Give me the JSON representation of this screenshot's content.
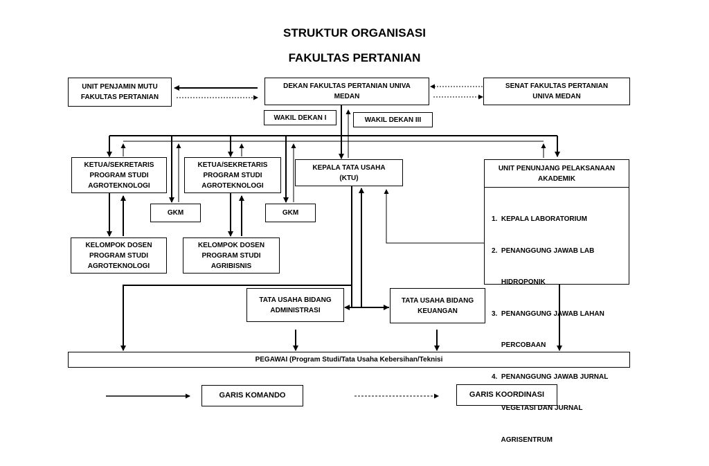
{
  "title": {
    "line1": "STRUKTUR ORGANISASI",
    "line2": "FAKULTAS PERTANIAN"
  },
  "boxes": {
    "upm": {
      "line1": "UNIT PENJAMIN MUTU",
      "line2": "FAKULTAS PERTANIAN"
    },
    "dekan": {
      "line1": "DEKAN FAKULTAS PERTANIAN UNIVA",
      "line2": "MEDAN"
    },
    "senat": {
      "line1": "SENAT FAKULTAS PERTANIAN",
      "line2": "UNIVA MEDAN"
    },
    "wakil1": "WAKIL DEKAN I",
    "wakil3": "WAKIL DEKAN III",
    "ketua_agrotek_1": {
      "line1": "KETUA/SEKRETARIS",
      "line2": "PROGRAM STUDI",
      "line3": "AGROTEKNOLOGI"
    },
    "ketua_agrotek_2": {
      "line1": "KETUA/SEKRETARIS",
      "line2": "PROGRAM STUDI",
      "line3": "AGROTEKNOLOGI"
    },
    "gkm_1": "GKM",
    "gkm_2": "GKM",
    "ktu": {
      "line1": "KEPALA TATA USAHA",
      "line2": "(KTU)"
    },
    "dosen_agrotek": {
      "line1": "KELOMPOK DOSEN",
      "line2": "PROGRAM STUDI",
      "line3": "AGROTEKNOLOGI"
    },
    "dosen_agribis": {
      "line1": "KELOMPOK DOSEN",
      "line2": "PROGRAM STUDI",
      "line3": "AGRIBISNIS"
    },
    "upk": {
      "title1": "UNIT PENUNJANG PELAKSANAAN",
      "title2": "AKADEMIK",
      "items": [
        "1.  KEPALA LABORATORIUM",
        "2.  PENANGGUNG JAWAB LAB",
        "     HIDROPONIK",
        "3.  PENANGGUNG JAWAB LAHAN",
        "     PERCOBAAN",
        "4.  PENANGGUNG JAWAB JURNAL",
        "     VEGETASI DAN JURNAL",
        "     AGRISENTRUM"
      ]
    },
    "tu_admin": {
      "line1": "TATA USAHA BIDANG",
      "line2": "ADMINISTRASI"
    },
    "tu_keu": {
      "line1": "TATA USAHA BIDANG",
      "line2": "KEUANGAN"
    },
    "pegawai": "PEGAWAI (Program Studi/Tata Usaha Kebersihan/Teknisi"
  },
  "legend": {
    "komando": "GARIS KOMANDO",
    "koordinasi": "GARIS KOORDINASI"
  }
}
